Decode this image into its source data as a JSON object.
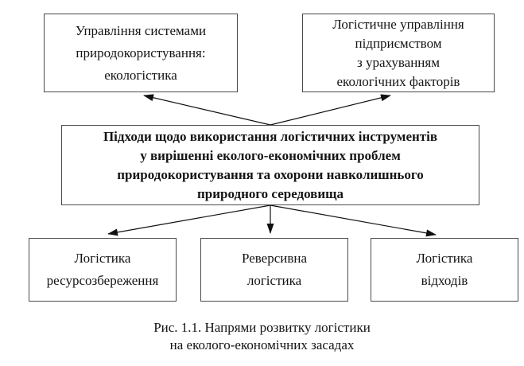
{
  "diagram": {
    "nodes": {
      "top_left": {
        "lines": [
          "Управління системами",
          "природокористування:",
          "екологістика"
        ]
      },
      "top_right": {
        "lines": [
          "Логістичне управління",
          "підприємством",
          "з урахуванням",
          "екологічних факторів"
        ]
      },
      "center": {
        "lines": [
          "Підходи щодо використання логістичних інструментів",
          "у вирішенні еколого-економічних проблем",
          "природокористування та охорони навколишнього",
          "природного середовища"
        ]
      },
      "bottom_left": {
        "lines": [
          "Логістика",
          "ресурсозбереження"
        ]
      },
      "bottom_center": {
        "lines": [
          "Реверсивна",
          "логістика"
        ]
      },
      "bottom_right": {
        "lines": [
          "Логістика",
          "відходів"
        ]
      }
    },
    "caption": {
      "lines": [
        "Рис. 1.1. Напрями розвитку логістики",
        "на еколого-економічних засадах"
      ]
    },
    "colors": {
      "background": "#ffffff",
      "box_border": "#4a4a4a",
      "text": "#141414",
      "arrow": "#111111"
    }
  }
}
